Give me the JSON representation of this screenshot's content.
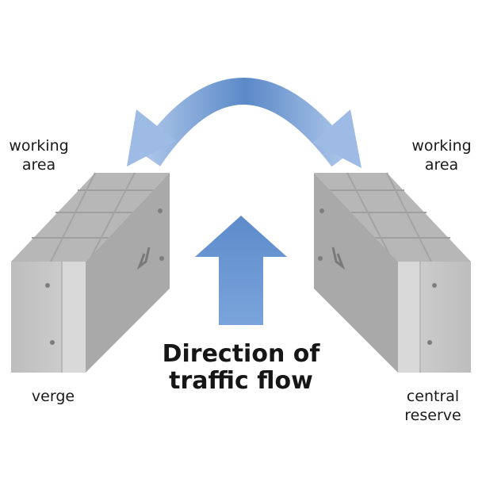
{
  "labels": {
    "working_area_left": [
      "working",
      "area"
    ],
    "working_area_right": [
      "working",
      "area"
    ],
    "verge": "verge",
    "central_reserve": [
      "central",
      "reserve"
    ]
  },
  "title": [
    "Direction of",
    "traffic flow"
  ],
  "colors": {
    "arrow": "#6f9bd6",
    "arrow_dark": "#5b89c8",
    "block_front": "#c9c9c9",
    "block_top": "#b3b3b3",
    "block_side": "#a6a6a6",
    "text": "#1a1a1a"
  }
}
